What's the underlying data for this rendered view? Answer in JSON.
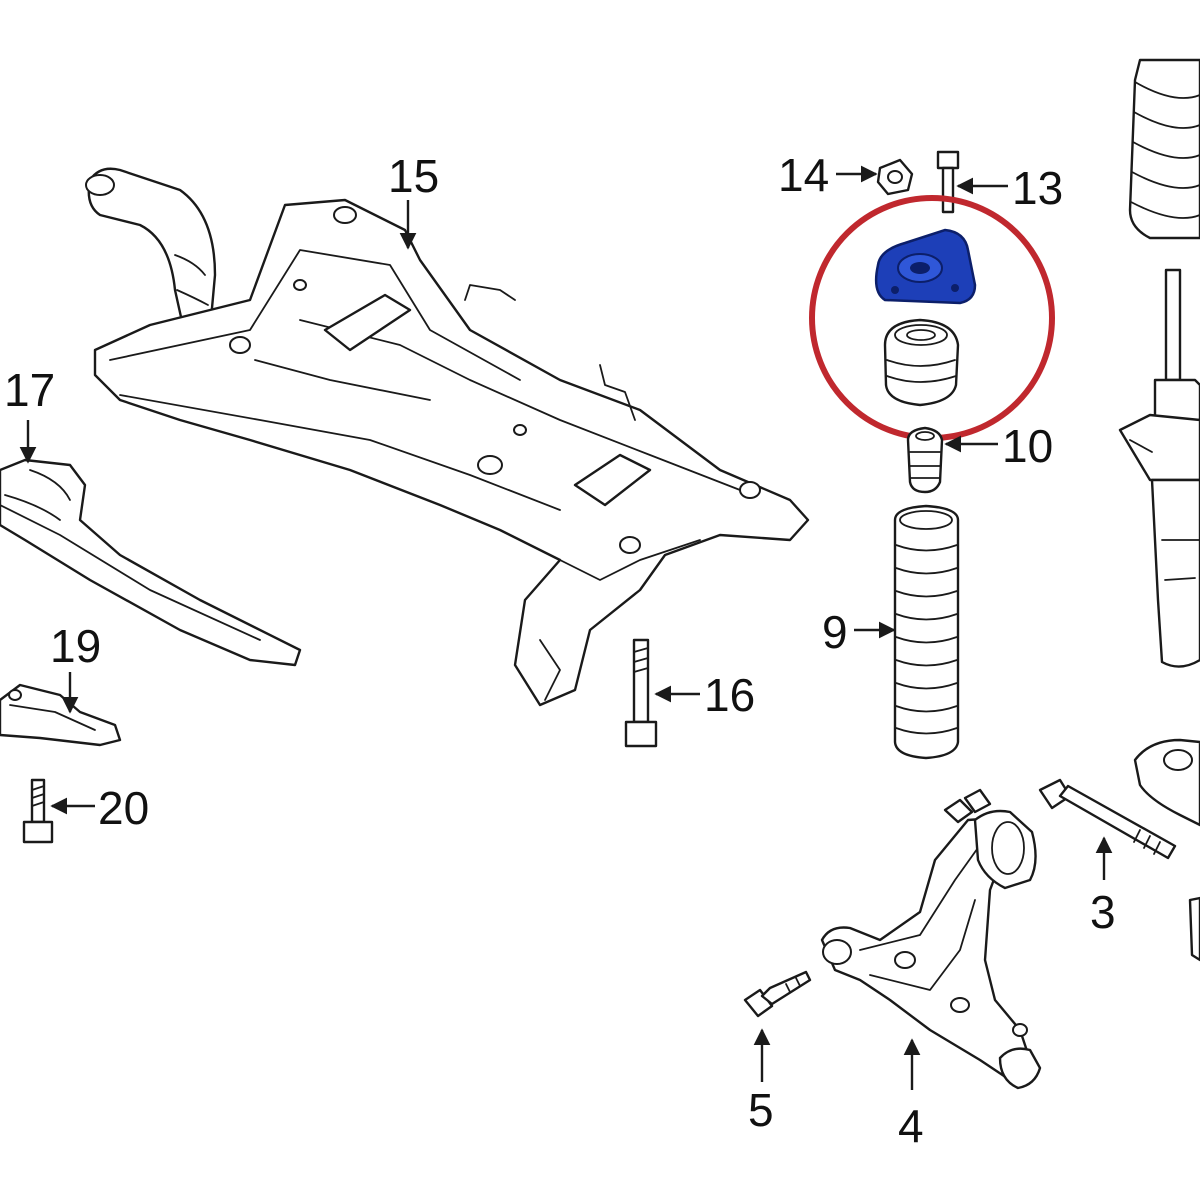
{
  "highlight_color": "#c0282e",
  "highlighted_part_color": "#1d3fb8",
  "callouts": {
    "c3": "3",
    "c4": "4",
    "c5": "5",
    "c9": "9",
    "c10": "10",
    "c13": "13",
    "c14": "14",
    "c15": "15",
    "c16": "16",
    "c17": "17",
    "c19": "19",
    "c20": "20"
  }
}
